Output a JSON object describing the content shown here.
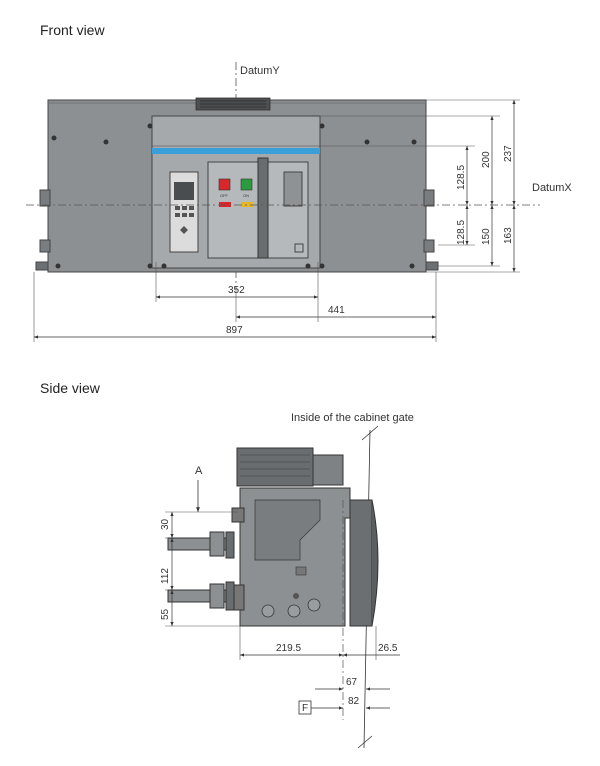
{
  "front_view": {
    "title": "Front view",
    "datum_y": "DatumY",
    "datum_x": "DatumX",
    "dims": {
      "d352": "352",
      "d441": "441",
      "d897": "897",
      "d128_5_top": "128.5",
      "d128_5_bottom": "128.5",
      "d200": "200",
      "d150": "150",
      "d237": "237",
      "d163": "163"
    },
    "panel_labels": {
      "off": "OFF",
      "on": "ON"
    }
  },
  "side_view": {
    "title": "Side view",
    "cabinet_label": "Inside of the cabinet gate",
    "arrow_label": "A",
    "dims": {
      "d30": "30",
      "d112": "112",
      "d55": "55",
      "d219_5": "219.5",
      "d26_5": "26.5",
      "d67": "67",
      "d82": "82"
    },
    "f_label": "F"
  },
  "colors": {
    "body_gray": "#8d9092",
    "body_dark": "#5f6264",
    "accent_blue": "#3a9fd8",
    "btn_red": "#d9262b",
    "btn_green": "#2a9b3e",
    "indicator_yellow": "#e7b623"
  }
}
